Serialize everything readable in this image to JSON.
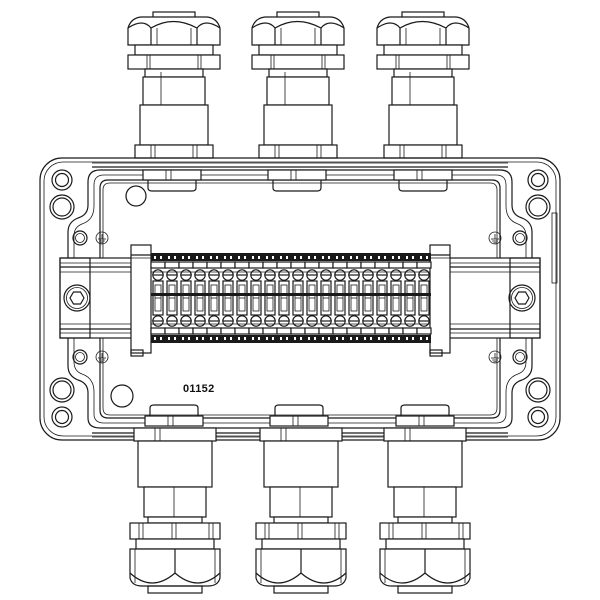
{
  "drawing": {
    "subject": "Junction box with terminal strip and cable glands",
    "part_number": "01152",
    "line_color": "#1a1a1a",
    "background_color": "#ffffff",
    "top_glands_count": 3,
    "bottom_glands_count": 3,
    "terminal_count": 20,
    "ground_symbols_count": 4,
    "mounting_screws_count": 2,
    "corner_mounting_holes_count": 8
  }
}
